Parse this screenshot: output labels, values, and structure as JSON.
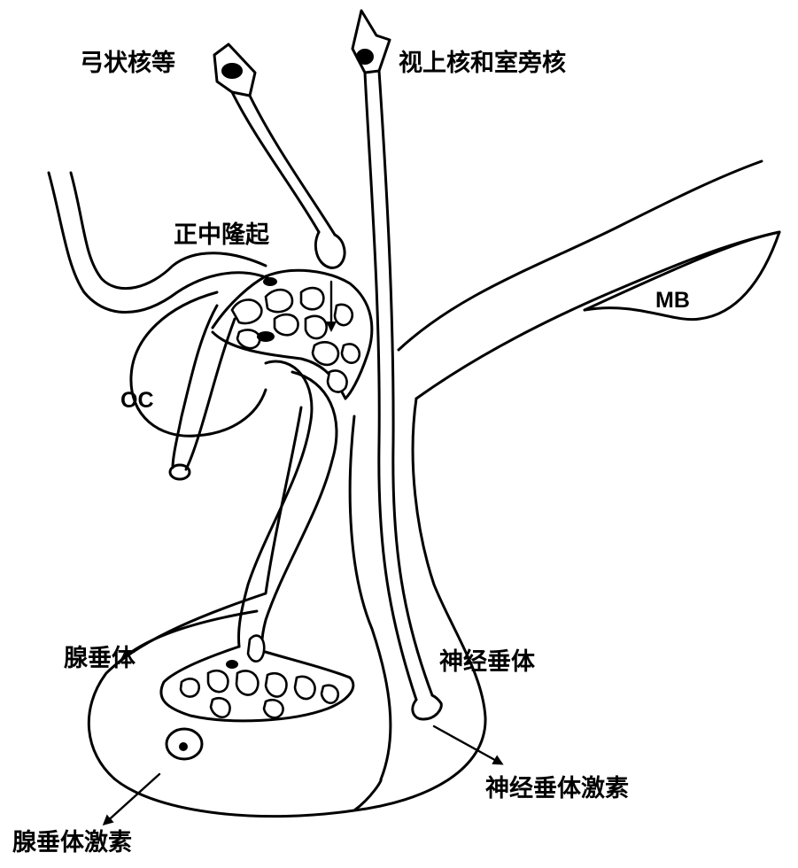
{
  "labels": {
    "arcuate": "弓状核等",
    "supraoptic": "视上核和室旁核",
    "median_eminence": "正中隆起",
    "mb": "MB",
    "oc": "OC",
    "adenohypophysis": "腺垂体",
    "neurohypophysis": "神经垂体",
    "neuro_hormone": "神经垂体激素",
    "adeno_hormone": "腺垂体激素"
  },
  "colors": {
    "ink": "#000000",
    "paper": "#ffffff"
  }
}
